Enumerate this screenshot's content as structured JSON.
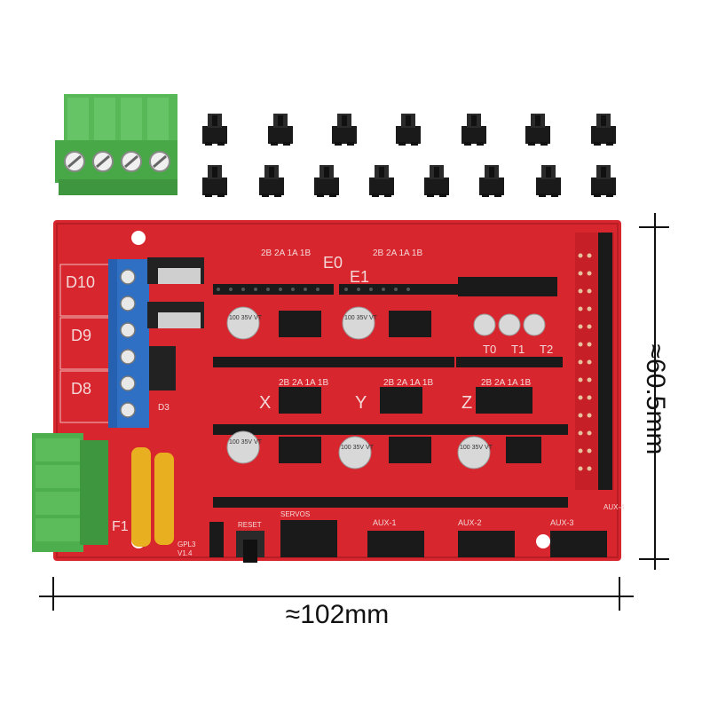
{
  "image": {
    "subject": "RAMPS 1.4 3D printer controller shield with terminal blocks and jumper caps",
    "colors": {
      "background": "#ffffff",
      "pcb_red": "#d8262e",
      "pcb_dark": "#a8161c",
      "header_black": "#1a1a1a",
      "terminal_green": "#4cae4c",
      "terminal_blue": "#2f6fc4",
      "fuse_yellow": "#e8b020",
      "capacitor_silver": "#d8d8d8"
    }
  },
  "dimensions": {
    "width_label": "≈102mm",
    "height_label": "≈60.5mm"
  },
  "board_labels": {
    "d10": "D10",
    "d9": "D9",
    "d8": "D8",
    "d3": "D3",
    "e0": "E0",
    "e1": "E1",
    "x": "X",
    "y": "Y",
    "z": "Z",
    "pins_1": "2B 2A 1A 1B",
    "pins_2": "2B 2A 1A 1B",
    "pins_3": "2B 2A 1A 1B",
    "pins_4": "2B 2A 1A 1B",
    "pins_5": "2B 2A 1A 1B",
    "t0": "T0",
    "t1": "T1",
    "t2": "T2",
    "aux1": "AUX-1",
    "aux2": "AUX-2",
    "aux3": "AUX-3",
    "aux4": "AUX-4",
    "servos": "SERVOS",
    "reset": "RESET",
    "f1": "F1",
    "gpl": "GPL3",
    "ver": "V1.4",
    "cap_1": "100 35V VT",
    "cap_2": "100 35V VT",
    "cap_3": "100 35V VT",
    "cap_4": "100 35V VT",
    "cap_5": "100 35V VT"
  }
}
